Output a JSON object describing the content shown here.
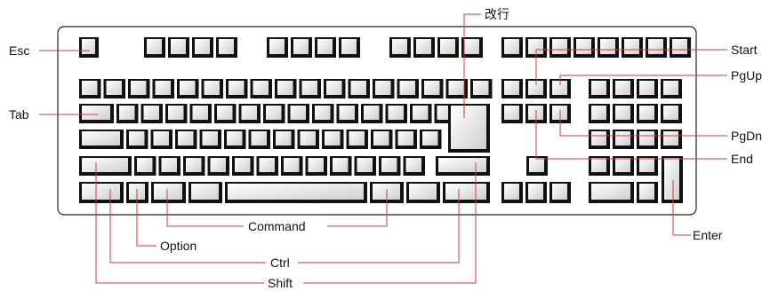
{
  "callouts": {
    "esc": "Esc",
    "tab": "Tab",
    "kaigyo": "改行",
    "start": "Start",
    "pgup": "PgUp",
    "pgdn": "PgDn",
    "end": "End",
    "enter": "Enter",
    "command": "Command",
    "option": "Option",
    "ctrl": "Ctrl",
    "shift": "Shift"
  },
  "colors": {
    "leader_line": "#d0393e",
    "keyboard_outline": "#222222",
    "key_face": "#e9e9e9",
    "key_shadow": "#111111"
  }
}
